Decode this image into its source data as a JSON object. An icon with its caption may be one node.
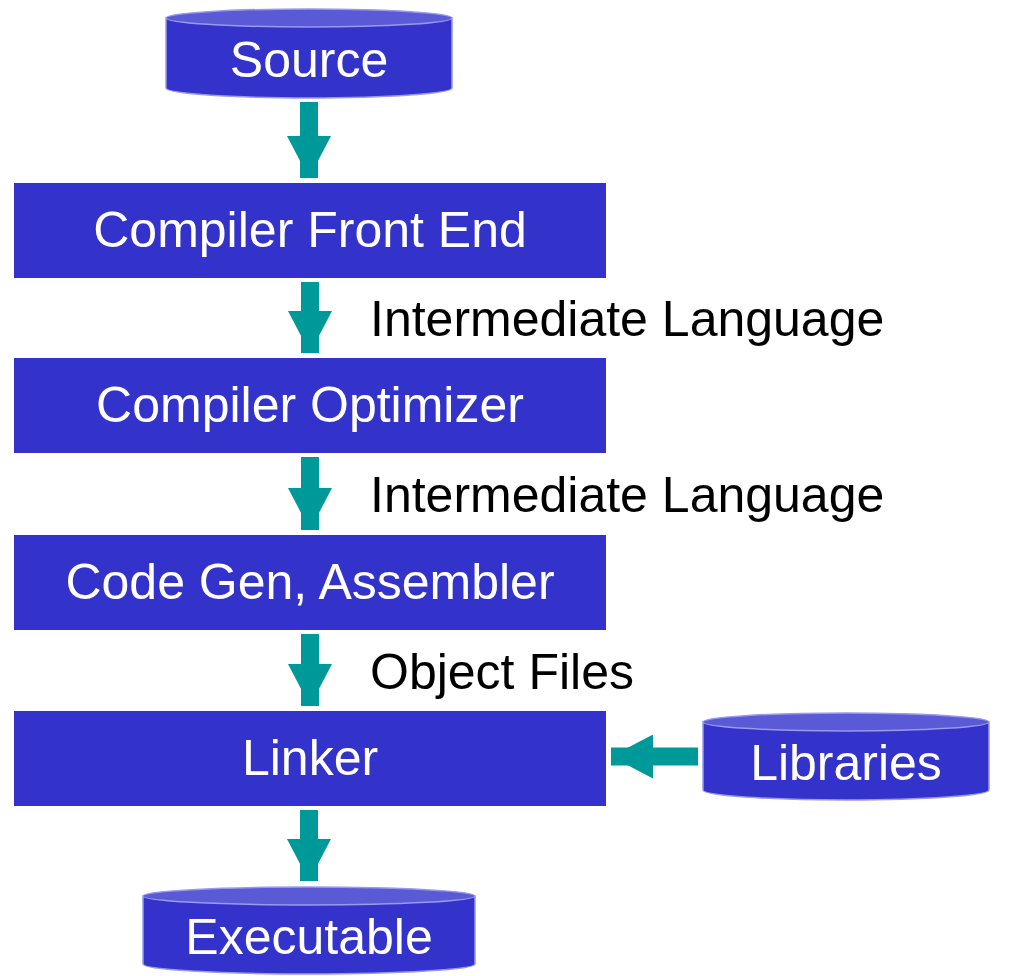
{
  "diagram": {
    "nodes": [
      {
        "text": [
          "Source"
        ]
      },
      {
        "text": [
          "Compiler Front End"
        ]
      },
      {
        "text": [
          "Compiler Optimizer"
        ]
      },
      {
        "text": [
          "Code Gen, Assembler"
        ]
      },
      {
        "text": [
          "Linker"
        ]
      },
      {
        "text": [
          "Libraries"
        ]
      },
      {
        "text": [
          "Executable"
        ]
      }
    ],
    "edges": [
      {
        "from": 0,
        "to": 1,
        "arrow": "to"
      },
      {
        "from": 1,
        "to": 2,
        "arrow": "to",
        "label": "Intermediate Language"
      },
      {
        "from": 2,
        "to": 3,
        "arrow": "to",
        "label": "Intermediate Language"
      },
      {
        "from": 3,
        "to": 4,
        "arrow": "to",
        "label": "Object Files"
      },
      {
        "from": 5,
        "to": 4,
        "arrow": "to"
      },
      {
        "from": 4,
        "to": 6,
        "arrow": "to"
      }
    ]
  }
}
